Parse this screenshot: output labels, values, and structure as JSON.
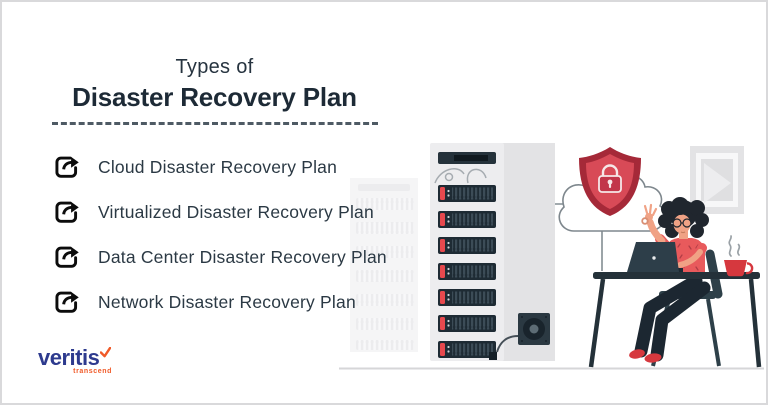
{
  "header": {
    "title_line1": "Types of",
    "title_line2": "Disaster Recovery Plan"
  },
  "plans": [
    "Cloud Disaster Recovery Plan",
    "Virtualized Disaster Recovery Plan",
    "Data Center Disaster Recovery Plan",
    "Network Disaster Recovery Plan"
  ],
  "logo": {
    "wordmark": "veritis",
    "tagline": "transcend"
  },
  "icons": {
    "plan_bullet": "share-arrow-icon",
    "logo_mark": "check-flick-icon",
    "cloud_security": "shield-padlock-icon"
  },
  "colors": {
    "title_navy": "#1d2a36",
    "text_slate": "#2b3944",
    "accent_red": "#e7494e",
    "shield_dark_red": "#a52938",
    "shield_red": "#d84a57",
    "logo_blue": "#2d3a8e",
    "logo_orange": "#f05a28",
    "server_dark": "#1e2b34",
    "cabinet_gray": "#ededef",
    "line_gray": "#848d93"
  }
}
